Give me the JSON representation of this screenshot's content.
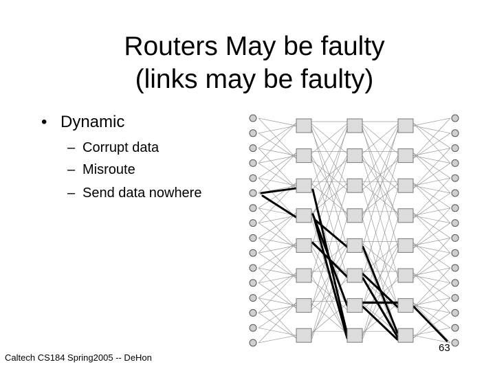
{
  "slide": {
    "title_line1": "Routers May be faulty",
    "title_line2": "(links may be faulty)",
    "bullet": "Dynamic",
    "subbullets": [
      "Corrupt data",
      "Misroute",
      "Send data nowhere"
    ],
    "footer": "Caltech CS184 Spring2005 -- DeHon",
    "page_number": "63"
  },
  "glyphs": {
    "bullet": "•",
    "dash": "–"
  }
}
